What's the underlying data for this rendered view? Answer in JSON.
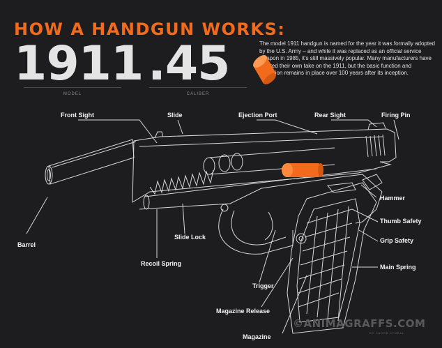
{
  "header": {
    "title": "HOW  A HANDGUN WORKS:",
    "model_value": "1911",
    "model_caption": "MODEL",
    "caliber_value": ".45",
    "caliber_caption": "CALIBER"
  },
  "intro_text": "The model 1911 handgun is named for the year it was formally adopted by the U.S. Army – and while it was replaced as an official service weapon in 1985, it's still massively popular. Many manufacturers have created their own take on the 1911, but the basic function and operation remains in place over 100 years after its inception.",
  "parts": {
    "front_sight": "Front Sight",
    "slide": "Slide",
    "ejection_port": "Ejection Port",
    "rear_sight": "Rear Sight",
    "firing_pin": "Firing Pin",
    "hammer": "Hammer",
    "thumb_safety": "Thumb Safety",
    "grip_safety": "Grip Safety",
    "main_spring": "Main Spring",
    "barrel": "Barrel",
    "slide_lock": "Slide Lock",
    "recoil_spring": "Recoil Spring",
    "trigger": "Trigger",
    "magazine_release": "Magazine Release",
    "magazine": "Magazine"
  },
  "credit": {
    "watermark": "©ANIMAGRAFFS.COM",
    "byline": "BY JACOB O'NEAL"
  },
  "colors": {
    "accent": "#f26b1d",
    "background": "#1d1d1f",
    "wireframe": "#d8d8d8"
  }
}
